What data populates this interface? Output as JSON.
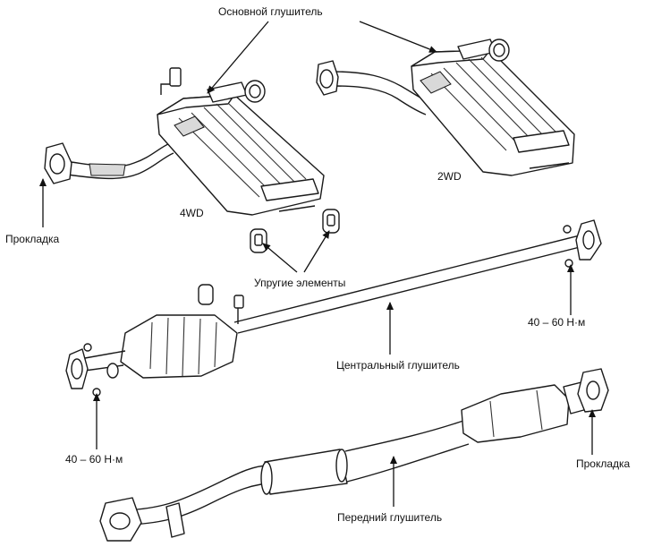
{
  "labels": {
    "main_muffler": "Основной глушитель",
    "variant_4wd": "4WD",
    "variant_2wd": "2WD",
    "gasket_top": "Прокладка",
    "rubber_mounts": "Упругие элементы",
    "torque_right": "40 – 60 Н·м",
    "center_muffler": "Центральный глушитель",
    "torque_left": "40 – 60 Н·м",
    "gasket_bottom": "Прокладка",
    "front_muffler": "Передний глушитель"
  }
}
